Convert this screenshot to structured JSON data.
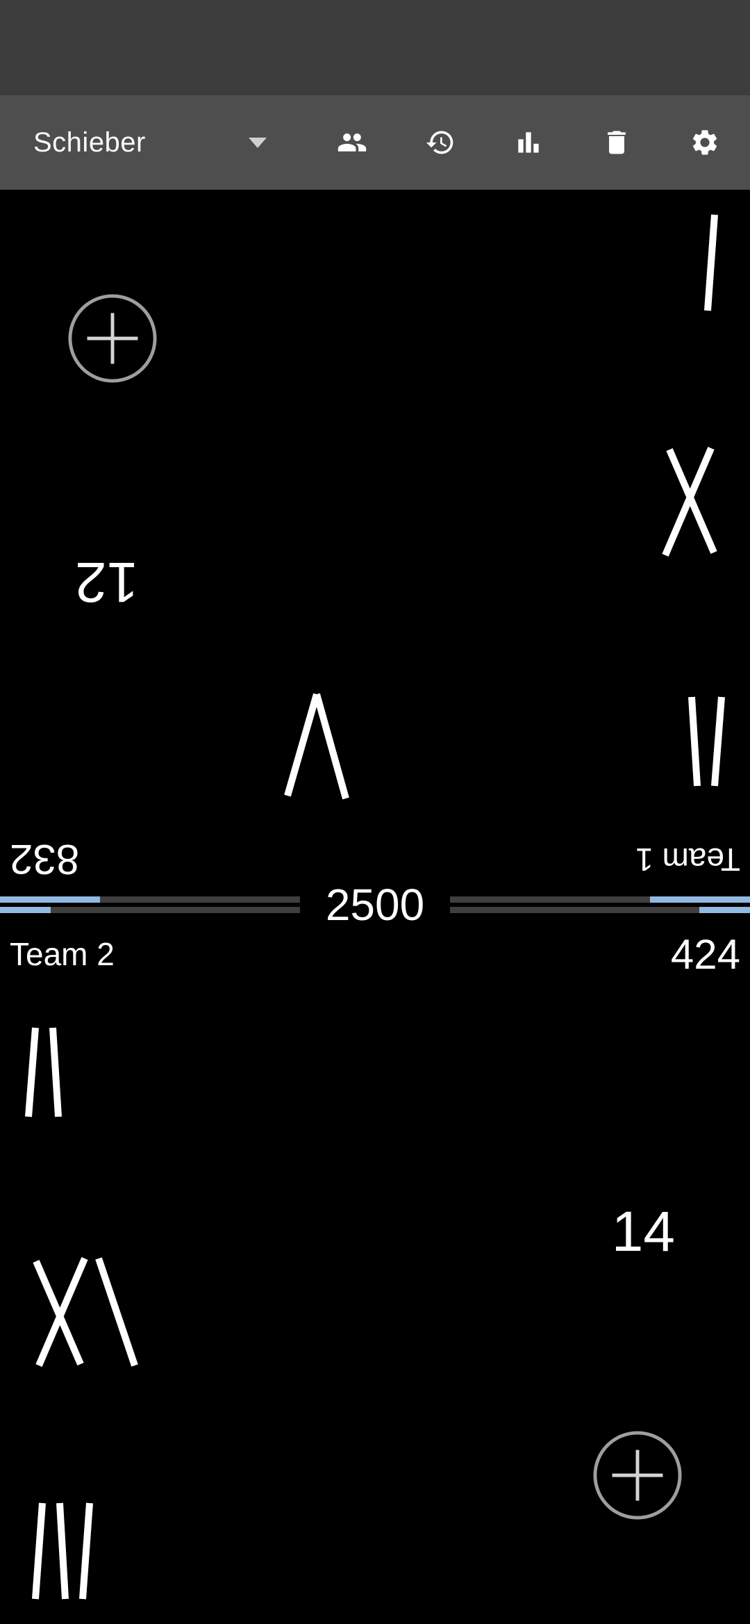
{
  "app": {
    "toolbar": {
      "title": "Schieber",
      "icons": [
        {
          "name": "players-icon",
          "label": "players"
        },
        {
          "name": "history-icon",
          "label": "history"
        },
        {
          "name": "statistics-icon",
          "label": "statistics"
        },
        {
          "name": "delete-icon",
          "label": "delete"
        },
        {
          "name": "settings-icon",
          "label": "settings"
        }
      ]
    }
  },
  "board": {
    "goal": "2500",
    "colors": {
      "progress": "#92b9e2",
      "track": "#3f3f3f",
      "marks": "#ffffff",
      "plus_circle": "#9e9e9e",
      "plus_sign": "#d4d4d4"
    },
    "teams": [
      {
        "name": "Team 1",
        "score": "832",
        "round_points": "12",
        "progress_fraction": 0.333,
        "tally_groups": [
          {
            "pos": "upper-left",
            "marks": [
              "bar",
              "bar"
            ]
          },
          {
            "pos": "center",
            "marks": [
              "vee"
            ]
          },
          {
            "pos": "mid-left",
            "marks": [
              "cross"
            ]
          },
          {
            "pos": "lower-left",
            "marks": [
              "bar"
            ]
          }
        ]
      },
      {
        "name": "Team 2",
        "score": "424",
        "round_points": "14",
        "progress_fraction": 0.17,
        "tally_groups": [
          {
            "pos": "upper-left",
            "marks": [
              "bar",
              "bar"
            ]
          },
          {
            "pos": "mid-left",
            "marks": [
              "cross",
              "back"
            ]
          },
          {
            "pos": "lower-left",
            "marks": [
              "bar",
              "bar",
              "bar"
            ]
          }
        ]
      }
    ]
  }
}
